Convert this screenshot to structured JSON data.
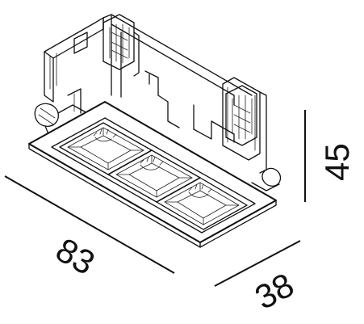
{
  "dimensions": {
    "length": "83",
    "width": "38",
    "height": "45"
  }
}
